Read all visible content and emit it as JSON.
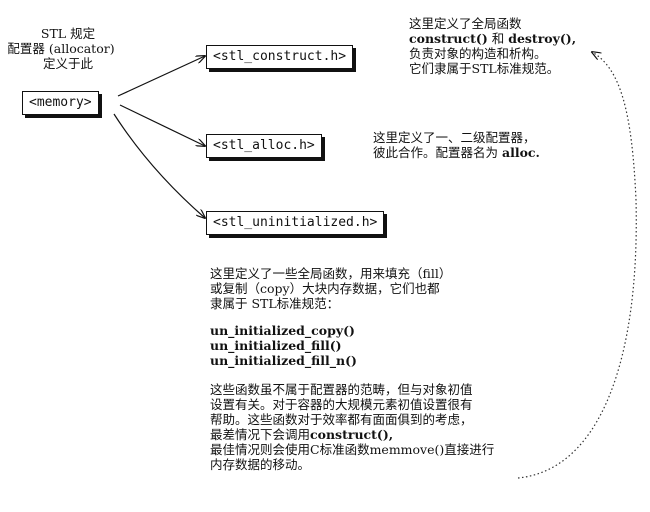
{
  "stl_note": {
    "lines": [
      "STL 规定",
      "配置器 (allocator)",
      "定义于此"
    ]
  },
  "boxes": {
    "memory": "<memory>",
    "construct": "<stl_construct.h>",
    "alloc": "<stl_alloc.h>",
    "uninitialized": "<stl_uninitialized.h>"
  },
  "construct_note": {
    "line1": "这里定义了全局函数",
    "line2_fn1": "construct()",
    "line2_and": " 和 ",
    "line2_fn2": "destroy(),",
    "line3": "负责对象的构造和析构。",
    "line4": "它们隶属于STL标准规范。"
  },
  "alloc_note": {
    "line1": "这里定义了一、二级配置器，",
    "line2_prefix": "彼此合作。配置器名为 ",
    "line2_name": "alloc."
  },
  "uninit_note": {
    "intro": [
      "这里定义了一些全局函数，用来填充（fill）",
      "或复制（copy）大块内存数据，它们也都",
      "隶属于 STL标准规范："
    ],
    "functions": [
      "un_initialized_copy()",
      "un_initialized_fill()",
      "un_initialized_fill_n()"
    ],
    "para1": "这些函数虽不属于配置器的范畴，但与对象初值",
    "para2": "设置有关。对于容器的大规模元素初值设置很有",
    "para3": "帮助。这些函数对于效率都有面面俱到的考虑，",
    "para4_prefix": "最差情况下会调用",
    "para4_fn": "construct(),",
    "para5": "最佳情况则会使用C标准函数memmove()直接进行",
    "para6": "内存数据的移动。"
  }
}
